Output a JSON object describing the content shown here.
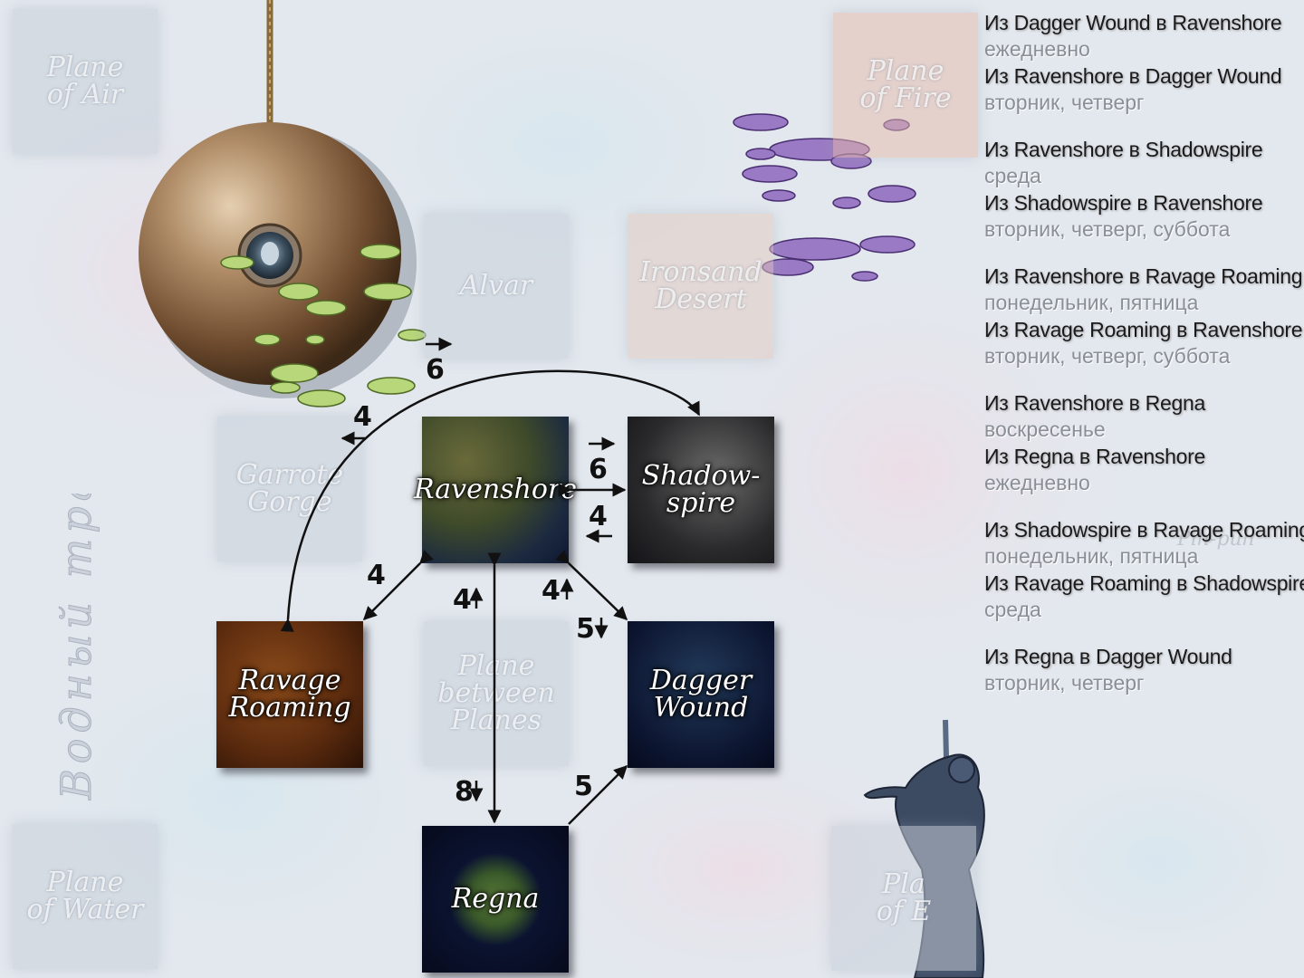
{
  "ghost_tiles": {
    "plane_of_air": "Plane\nof Air",
    "plane_of_fire": "Plane\nof Fire",
    "alvar": "Alvar",
    "ironsand_desert": "Ironsand\nDesert",
    "garrote_gorge": "Garrote\nGorge",
    "plane_between_planes": "Plane\nbetween\nPlanes",
    "plane_of_water": "Plane\nof Water",
    "plane_of_earth": "Pla\nof E"
  },
  "locations": {
    "ravenshore": "Ravenshore",
    "shadowspire": "Shadow-\nspire",
    "ravage_roaming": "Ravage\nRoaming",
    "dagger_wound": "Dagger\nWound",
    "regna": "Regna"
  },
  "route_labels": {
    "top_outbound": "6",
    "top_return": "4",
    "ravenshore_shadowspire": "6",
    "shadowspire_ravenshore": "4",
    "ravenshore_ravage": "4",
    "ravenshore_regna": "4",
    "regna_ravenshore": "8",
    "ravenshore_dagger": "4",
    "dagger_ravenshore": "5",
    "regna_dagger": "5"
  },
  "schedule": [
    {
      "routes": [
        {
          "route": "Из Dagger Wound в Ravenshore",
          "days": "ежедневно"
        },
        {
          "route": "Из Ravenshore в Dagger Wound",
          "days": "вторник, четверг"
        }
      ]
    },
    {
      "routes": [
        {
          "route": "Из Ravenshore в Shadowspire",
          "days": "среда"
        },
        {
          "route": "Из Shadowspire в Ravenshore",
          "days": "вторник, четверг, суббота"
        }
      ]
    },
    {
      "routes": [
        {
          "route": "Из Ravenshore в Ravage Roaming",
          "days": "понедельник, пятница"
        },
        {
          "route": "Из Ravage Roaming в Ravenshore",
          "days": "вторник, четверг, суббота"
        }
      ]
    },
    {
      "routes": [
        {
          "route": "Из Ravenshore в Regna",
          "days": "воскресенье"
        },
        {
          "route": "Из Regna в Ravenshore",
          "days": "ежедневно"
        }
      ]
    },
    {
      "routes": [
        {
          "route": "Из Shadowspire в Ravage Roaming",
          "days": "понедельник, пятница"
        },
        {
          "route": "Из Ravage Roaming в Shadowspire",
          "days": "среда"
        }
      ]
    },
    {
      "routes": [
        {
          "route": "Из Regna в Dagger Wound",
          "days": "вторник, четверг"
        }
      ]
    }
  ],
  "page_title": "Водный транспорт",
  "signature": "Pih-puh",
  "colors": {
    "background": "#e3e8ee",
    "ravenshore": "#3e4a2a",
    "shadowspire": "#2a2a2c",
    "ravage_roaming": "#5a2a0e",
    "dagger_wound": "#0c1530",
    "regna": "#0b1330",
    "route_text": "#1a1a1a",
    "days_text": "#8a8f97"
  }
}
